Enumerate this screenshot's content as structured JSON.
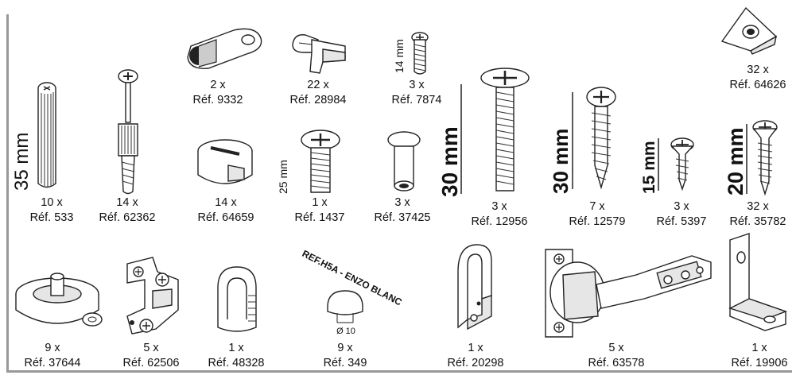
{
  "parts": [
    {
      "id": "dowel",
      "qty": "10 x",
      "ref": "Réf. 533",
      "dimension": "35 mm",
      "icon": "wood-dowel-icon"
    },
    {
      "id": "connector-bolt",
      "qty": "14 x",
      "ref": "Réf. 62362",
      "icon": "connector-bolt-icon"
    },
    {
      "id": "cam-bracket",
      "qty": "2 x",
      "ref": "Réf. 9332",
      "icon": "cam-bracket-icon"
    },
    {
      "id": "shelf-support",
      "qty": "22 x",
      "ref": "Réf. 28984",
      "icon": "shelf-support-icon"
    },
    {
      "id": "short-screw",
      "qty": "3 x",
      "ref": "Réf. 7874",
      "dimension": "14 mm",
      "icon": "short-screw-icon"
    },
    {
      "id": "corner-block",
      "qty": "32 x",
      "ref": "Réf. 64626",
      "icon": "corner-block-icon"
    },
    {
      "id": "cam-lock",
      "qty": "14 x",
      "ref": "Réf. 64659",
      "icon": "cam-lock-icon"
    },
    {
      "id": "machine-screw",
      "qty": "1 x",
      "ref": "Réf. 1437",
      "dimension": "25 mm",
      "icon": "machine-screw-icon"
    },
    {
      "id": "barrel-nut",
      "qty": "3 x",
      "ref": "Réf. 37425",
      "icon": "barrel-nut-icon"
    },
    {
      "id": "long-screw",
      "qty": "3 x",
      "ref": "Réf. 12956",
      "dimension": "30 mm",
      "icon": "long-screw-icon"
    },
    {
      "id": "wood-screw-30",
      "qty": "7 x",
      "ref": "Réf. 12579",
      "dimension": "30 mm",
      "icon": "wood-screw-icon"
    },
    {
      "id": "wood-screw-15",
      "qty": "3 x",
      "ref": "Réf. 5397",
      "dimension": "15 mm",
      "icon": "countersunk-screw-icon"
    },
    {
      "id": "wood-screw-20",
      "qty": "32 x",
      "ref": "Réf. 35782",
      "dimension": "20 mm",
      "icon": "countersunk-screw-icon"
    },
    {
      "id": "leveling-foot",
      "qty": "9 x",
      "ref": "Réf. 37644",
      "icon": "leveling-foot-icon"
    },
    {
      "id": "hinge-plate",
      "qty": "5 x",
      "ref": "Réf. 62506",
      "icon": "hinge-plate-icon"
    },
    {
      "id": "u-clip",
      "qty": "1 x",
      "ref": "Réf. 48328",
      "icon": "u-clip-icon"
    },
    {
      "id": "cover-cap",
      "qty": "9 x",
      "ref": "Réf. 349",
      "dimension": "Ø 10",
      "note": "REF.H5A - ENZO BLANC",
      "icon": "cover-cap-icon"
    },
    {
      "id": "hook-bracket",
      "qty": "1 x",
      "ref": "Réf. 20298",
      "icon": "hook-bracket-icon"
    },
    {
      "id": "cabinet-hinge",
      "qty": "5 x",
      "ref": "Réf. 63578",
      "icon": "cabinet-hinge-icon"
    },
    {
      "id": "angle-bracket",
      "qty": "1 x",
      "ref": "Réf. 19906",
      "icon": "angle-bracket-icon"
    }
  ]
}
